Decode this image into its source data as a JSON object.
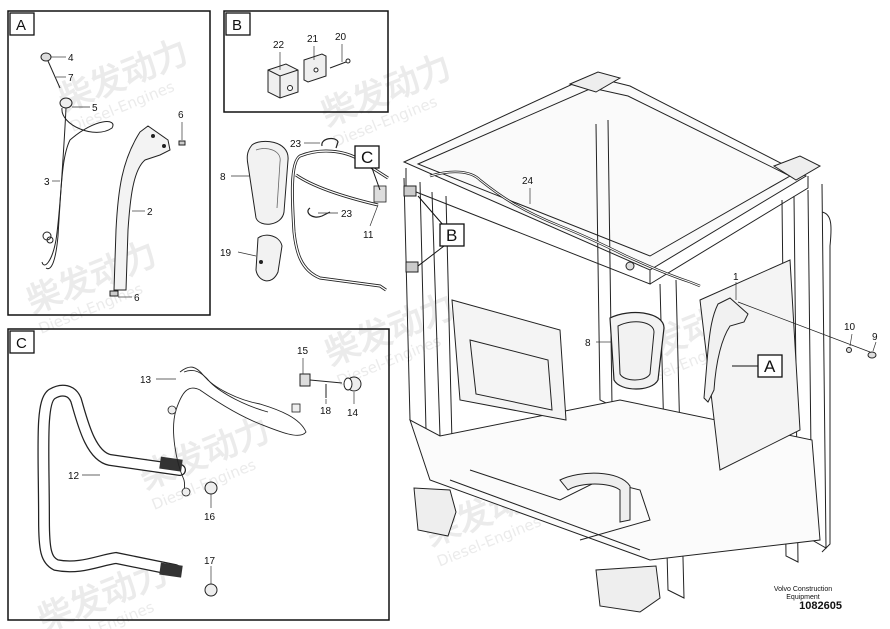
{
  "watermark": {
    "brand_cn": "柴发动力",
    "brand_en": "Diesel-Engines"
  },
  "panels": {
    "a": {
      "letter": "A"
    },
    "b": {
      "letter": "B"
    },
    "c": {
      "letter": "C"
    }
  },
  "callouts": {
    "c_main": "C",
    "b_main": "B",
    "a_main": "A"
  },
  "part_labels": {
    "p4": "4",
    "p7": "7",
    "p5": "5",
    "p3": "3",
    "p6a": "6",
    "p2": "2",
    "p6b": "6",
    "p22": "22",
    "p21": "21",
    "p20": "20",
    "p23a": "23",
    "p8a": "8",
    "p23b": "23",
    "p11": "11",
    "p19": "19",
    "p24": "24",
    "p1": "1",
    "p8b": "8",
    "p10": "10",
    "p9": "9",
    "p15": "15",
    "p13": "13",
    "p18": "18",
    "p14": "14",
    "p12": "12",
    "p16": "16",
    "p17": "17"
  },
  "footer": {
    "brand_line1": "Volvo Construction",
    "brand_line2": "Equipment",
    "doc_number": "1082605"
  }
}
